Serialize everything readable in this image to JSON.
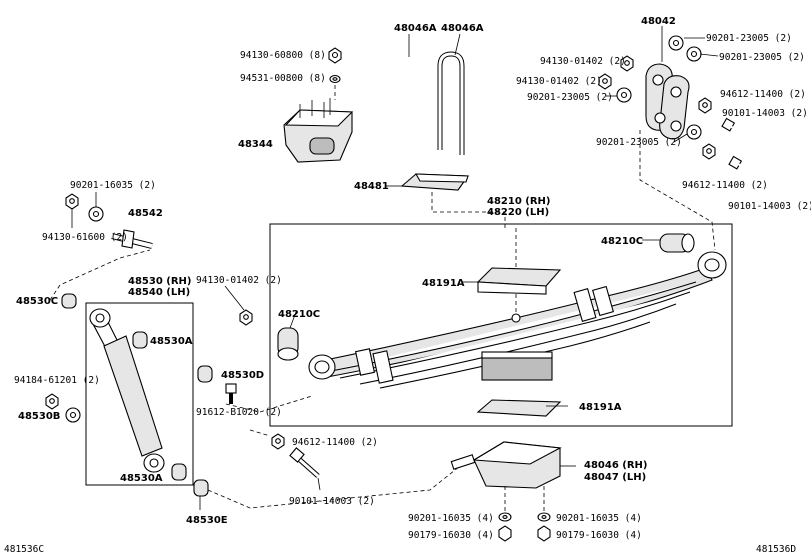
{
  "diagram_code_left": "481536C",
  "diagram_code_right": "481536D",
  "labels": {
    "l48046a_1": "48046A",
    "l48046a_2": "48046A",
    "l48042": "48042",
    "l94130_60800": "94130-60800 (8)",
    "l94531_00800": "94531-00800 (8)",
    "l48344": "48344",
    "l94130_01402_top": "94130-01402 (2)",
    "l94130_01402_top2": "94130-01402 (2)",
    "l90201_23005_a": "90201-23005 (2)",
    "l90201_23005_b": "90201-23005 (2)",
    "l90201_23005_c": "90201-23005 (2)",
    "l90201_23005_d": "90201-23005 (2)",
    "l94612_11400_top": "94612-11400 (2)",
    "l90101_14003_top": "90101-14003 (2)",
    "l94612_11400_mid": "94612-11400 (2)",
    "l90101_14003_mid": "90101-14003 (2)",
    "l48481": "48481",
    "l90201_16035_left": "90201-16035 (2)",
    "l48542": "48542",
    "l94130_61600": "94130-61600 (2)",
    "l48210_rh": "48210 (RH)",
    "l48220_lh": "48220 (LH)",
    "l48210c_right": "48210C",
    "l48191a_top": "48191A",
    "l48210c_left": "48210C",
    "l48191a_bottom": "48191A",
    "l48530c": "48530C",
    "l48530_rh": "48530 (RH)",
    "l48540_lh": "48540 (LH)",
    "l94130_01402_mid": "94130-01402 (2)",
    "l48530a_top": "48530A",
    "l48530d": "48530D",
    "l94184_61201": "94184-61201 (2)",
    "l48530b": "48530B",
    "l91612_b1020": "91612-B1020 (2)",
    "l48530a_bottom": "48530A",
    "l94612_11400_bottom": "94612-11400 (2)",
    "l48530e": "48530E",
    "l90101_14003_bottom": "90101-14003 (2)",
    "l48046_rh": "48046 (RH)",
    "l48047_lh": "48047 (LH)",
    "l90201_16035_b1": "90201-16035 (4)",
    "l90201_16035_b2": "90201-16035 (4)",
    "l90179_16030_b1": "90179-16030 (4)",
    "l90179_16030_b2": "90179-16030 (4)"
  }
}
